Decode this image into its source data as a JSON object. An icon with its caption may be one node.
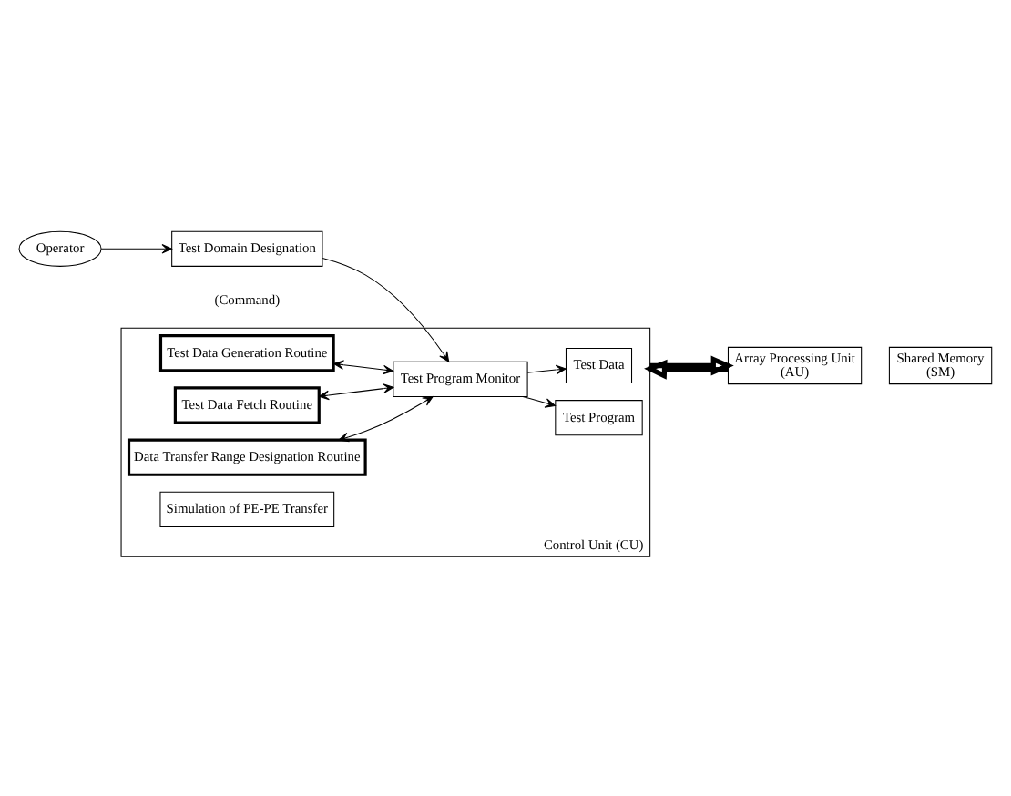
{
  "diagram": {
    "nodes": [
      {
        "text": [
          "Operator"
        ]
      },
      {
        "text": [
          "Test Domain Designation"
        ],
        "beside": [
          "(Command)"
        ]
      },
      {
        "text": [
          "Control Unit (CU)"
        ]
      },
      {
        "text": [
          "Test Data Generation Routine"
        ],
        "in": 2
      },
      {
        "text": [
          "Test Data Fetch Routine"
        ],
        "in": 2
      },
      {
        "text": [
          "Data Transfer Range Designation Routine"
        ],
        "in": 2
      },
      {
        "text": [
          "Simulation of PE-PE Transfer"
        ],
        "in": 2
      },
      {
        "text": [
          "Test Program Monitor"
        ],
        "in": 2
      },
      {
        "text": [
          "Test Program"
        ],
        "in": 2
      },
      {
        "text": [
          "Test Data"
        ],
        "in": 2
      },
      {
        "text": [
          "Array Processing Unit",
          "(AU)"
        ]
      },
      {
        "text": [
          "Shared Memory",
          "(SM)"
        ]
      }
    ],
    "edges": [
      {
        "from": 0,
        "to": 1,
        "arrow": "to"
      },
      {
        "from": 1,
        "to": 7,
        "arrow": "to"
      },
      {
        "from": 3,
        "to": 7,
        "arrow": "both"
      },
      {
        "from": 4,
        "to": 7,
        "arrow": "both"
      },
      {
        "from": 5,
        "to": 7,
        "arrow": "both"
      },
      {
        "from": 7,
        "to": 8,
        "arrow": "to"
      },
      {
        "from": 7,
        "to": 9,
        "arrow": "to"
      },
      {
        "from": 2,
        "to": 10,
        "arrow": "to",
        "style": "thick"
      },
      {
        "from": 10,
        "to": 2,
        "arrow": "to",
        "style": "thick"
      }
    ]
  }
}
